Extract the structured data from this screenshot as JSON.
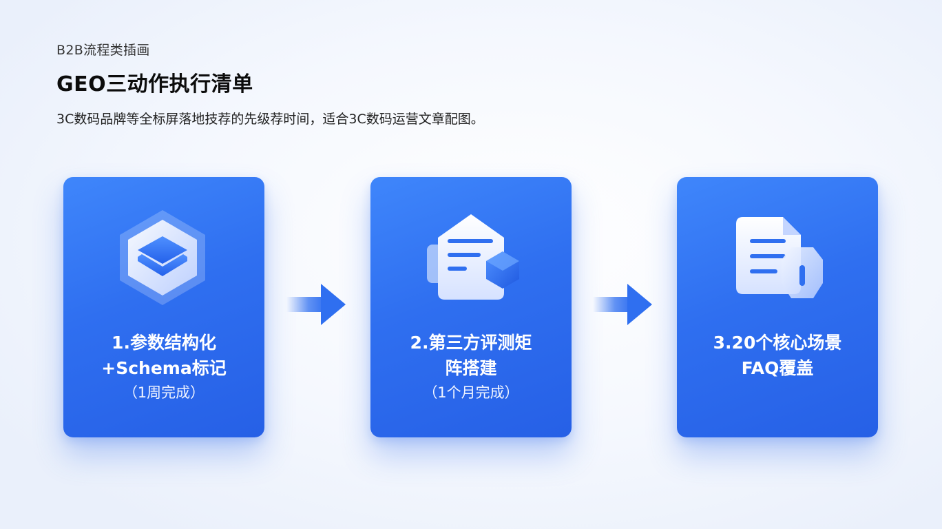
{
  "header": {
    "category": "B2B流程类插画",
    "title": "GEO三动作执行清单",
    "subtitle": "3C数码品牌等全标屏落地技荐的先级荐时间，适合3C数码运营文章配图。"
  },
  "steps": [
    {
      "title": "1.参数结构化\n+Schema标记",
      "note": "（1周完成）",
      "icon": "layers-icon"
    },
    {
      "title": "2.第三方评测矩\n阵搭建",
      "note": "（1个月完成）",
      "icon": "message-cube-icon"
    },
    {
      "title": "3.20个核心场景\nFAQ覆盖",
      "note": "",
      "icon": "document-shield-icon"
    }
  ],
  "colors": {
    "card": "#2f6ff0",
    "arrow": "#2f6ff0"
  }
}
